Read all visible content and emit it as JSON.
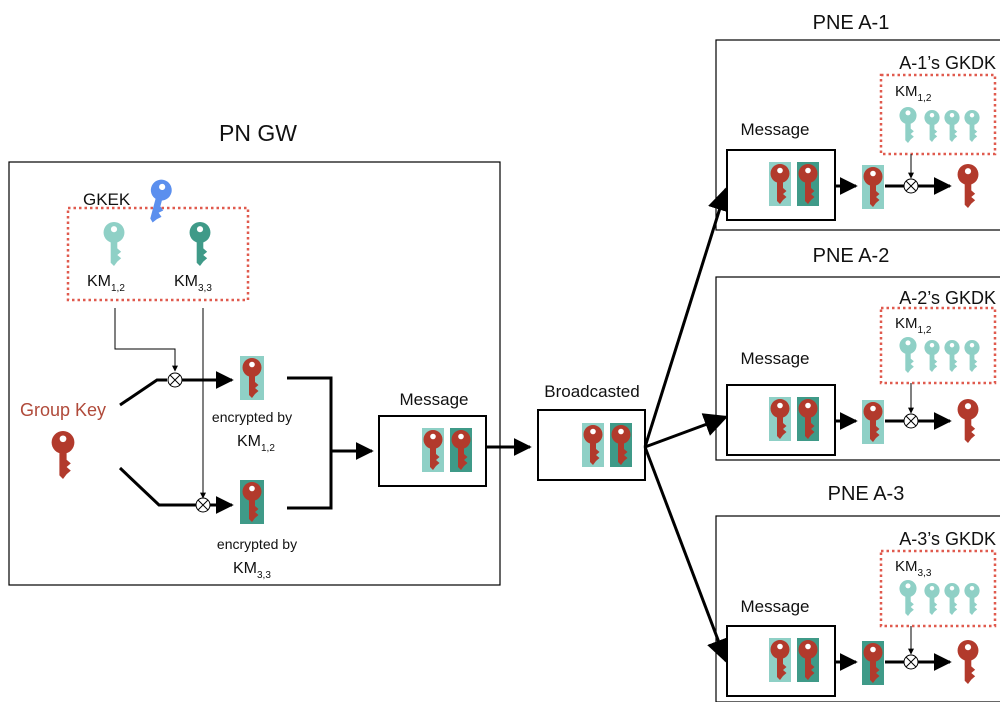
{
  "colors": {
    "red": "#b23a2c",
    "group_key_label": "#b04a3a",
    "light_teal": "#8fd0c6",
    "dark_teal": "#3f9a88",
    "blue": "#5b8fee",
    "dotted_border": "#e05a4e",
    "line": "#000000"
  },
  "gw": {
    "title": "PN GW",
    "gkek_label": "GKEK",
    "km12": {
      "base": "KM",
      "sub": "1,2"
    },
    "km33": {
      "base": "KM",
      "sub": "3,3"
    },
    "group_key_label": "Group Key",
    "enc1": {
      "prefix": "encrypted by",
      "base": "KM",
      "sub": "1,2"
    },
    "enc2": {
      "prefix": "encrypted by",
      "base": "KM",
      "sub": "3,3"
    },
    "message_label": "Message"
  },
  "broadcast_label": "Broadcasted",
  "pne": [
    {
      "title": "PNE A-1",
      "gkdk_label": "A-1’s GKDK",
      "km": {
        "base": "KM",
        "sub": "1,2"
      },
      "message_label": "Message"
    },
    {
      "title": "PNE A-2",
      "gkdk_label": "A-2’s GKDK",
      "km": {
        "base": "KM",
        "sub": "1,2"
      },
      "message_label": "Message"
    },
    {
      "title": "PNE A-3",
      "gkdk_label": "A-3’s GKDK",
      "km": {
        "base": "KM",
        "sub": "3,3"
      },
      "message_label": "Message"
    }
  ],
  "icons": [
    "key-icon",
    "xor-icon",
    "arrow-icon"
  ]
}
